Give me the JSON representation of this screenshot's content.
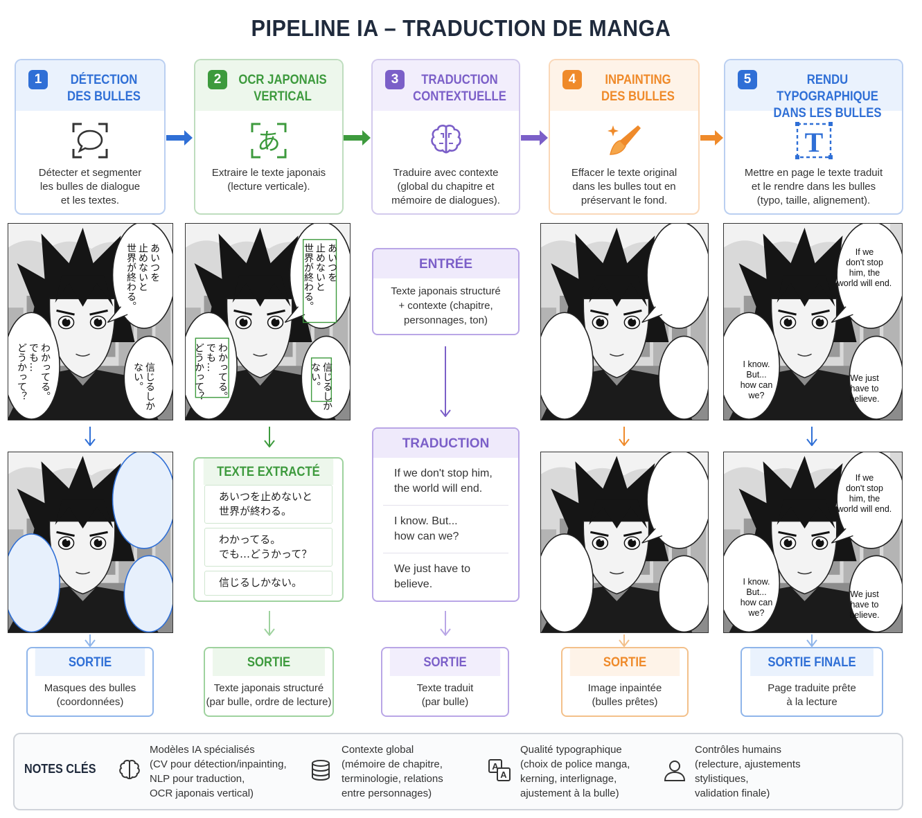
{
  "title": "PIPELINE IA – TRADUCTION DE MANGA",
  "steps": [
    {
      "num": "1",
      "label": "DÉTECTION\nDES BULLES",
      "desc": "Détecter et segmenter\nles bulles de dialogue\net les textes.",
      "color": "#2f6fd6",
      "head_bg": "#eaf2fd"
    },
    {
      "num": "2",
      "label": "OCR JAPONAIS\nVERTICAL",
      "desc": "Extraire le texte japonais\n(lecture verticale).",
      "color": "#3d9a3d",
      "head_bg": "#edf7ec"
    },
    {
      "num": "3",
      "label": "TRADUCTION\nCONTEXTUELLE",
      "desc": "Traduire avec contexte\n(global du chapitre et\nmémoire de dialogues).",
      "color": "#7b5fc8",
      "head_bg": "#f2eefc"
    },
    {
      "num": "4",
      "label": "INPAINTING\nDES BULLES",
      "desc": "Effacer le texte original\ndans les bulles tout en\npréservant le fond.",
      "color": "#ef8a2a",
      "head_bg": "#fef3e8"
    },
    {
      "num": "5",
      "label": "RENDU TYPOGRAPHIQUE\nDANS LES BULLES",
      "desc": "Mettre en page le texte traduit\net le rendre dans les bulles\n(typo, taille, alignement).",
      "color": "#2f6fd6",
      "head_bg": "#eaf2fd"
    }
  ],
  "jp_bubbles": {
    "top": "あいつを\n止めないと\n世界が終わる。",
    "left": "わかってる。\nでも…\nどうかって？",
    "right": "信じるしか\nない。"
  },
  "en_bubbles": {
    "top": "If we\ndon't stop\nhim, the\nworld will end.",
    "left": "I know.\nBut...\nhow can\nwe?",
    "right": "We just\nhave to\nbelieve."
  },
  "entree": {
    "title": "ENTRÉE",
    "body": "Texte japonais structuré\n+ contexte (chapitre,\npersonnages, ton)"
  },
  "traduction": {
    "title": "TRADUCTION",
    "items": [
      "If we don't stop him,\nthe world will end.",
      "I know. But...\nhow can we?",
      "We just have to\nbelieve."
    ]
  },
  "texte_extracte": {
    "title": "TEXTE EXTRACTÉ",
    "items": [
      "あいつを止めないと\n世界が終わる。",
      "わかってる。\nでも…どうかって？",
      "信じるしかない。"
    ]
  },
  "outputs": [
    {
      "title": "SORTIE",
      "body": "Masques des bulles\n(coordonnées)",
      "color": "#2f6fd6",
      "bg": "#eaf2fd",
      "border": "#8fb5ea"
    },
    {
      "title": "SORTIE",
      "body": "Texte japonais structuré\n(par bulle, ordre de lecture)",
      "color": "#3d9a3d",
      "bg": "#edf7ec",
      "border": "#9ed29e"
    },
    {
      "title": "SORTIE",
      "body": "Texte traduit\n(par bulle)",
      "color": "#7b5fc8",
      "bg": "#f2eefc",
      "border": "#b9a6e6"
    },
    {
      "title": "SORTIE",
      "body": "Image inpaintée\n(bulles prêtes)",
      "color": "#ef8a2a",
      "bg": "#fef3e8",
      "border": "#f3c08a"
    },
    {
      "title": "SORTIE FINALE",
      "body": "Page traduite prête\nà la lecture",
      "color": "#2f6fd6",
      "bg": "#eaf2fd",
      "border": "#8fb5ea"
    }
  ],
  "notes": {
    "label": "NOTES CLÉS",
    "items": [
      {
        "icon": "brain-icon",
        "text": "Modèles IA spécialisés\n(CV pour détection/inpainting,\nNLP pour traduction,\nOCR japonais vertical)"
      },
      {
        "icon": "database-icon",
        "text": "Contexte global\n(mémoire de chapitre,\nterminologie, relations\nentre personnages)"
      },
      {
        "icon": "translate-icon",
        "text": "Qualité typographique\n(choix de police manga,\nkerning, interlignage,\najustement à la bulle)"
      },
      {
        "icon": "person-icon",
        "text": "Contrôles humains\n(relecture, ajustements\nstylistiques,\nvalidation finale)"
      }
    ]
  }
}
